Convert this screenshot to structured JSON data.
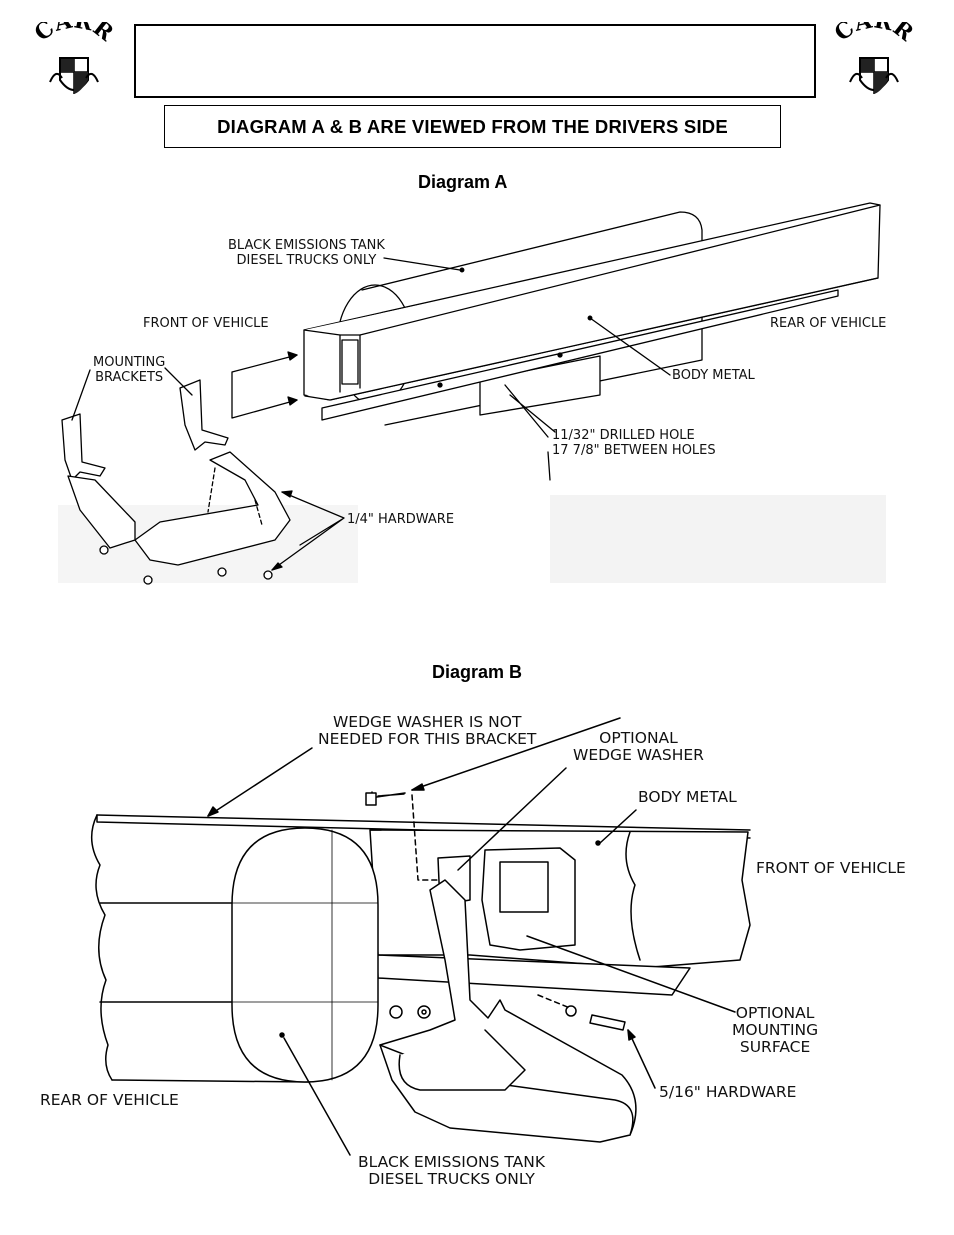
{
  "header": {
    "logo_text": "CARR",
    "notice": "DIAGRAM A & B ARE VIEWED FROM THE DRIVERS SIDE"
  },
  "diagram_a": {
    "title": "Diagram A",
    "labels": {
      "tank_line1": "BLACK EMISSIONS TANK",
      "tank_line2": "DIESEL TRUCKS ONLY",
      "front": "FRONT OF VEHICLE",
      "rear": "REAR OF VEHICLE",
      "brackets_line1": "MOUNTING",
      "brackets_line2": "BRACKETS",
      "body_metal": "BODY METAL",
      "hole_line1": "11/32\" DRILLED HOLE",
      "hole_line2": "17 7/8\" BETWEEN HOLES",
      "hardware": "1/4\" HARDWARE"
    }
  },
  "diagram_b": {
    "title": "Diagram B",
    "labels": {
      "wedge_not_line1": "WEDGE WASHER IS NOT",
      "wedge_not_line2": "NEEDED FOR THIS BRACKET",
      "optional_wedge_line1": "OPTIONAL",
      "optional_wedge_line2": "WEDGE WASHER",
      "body_metal": "BODY METAL",
      "front": "FRONT OF VEHICLE",
      "optional_mount_line1": "OPTIONAL",
      "optional_mount_line2": "MOUNTING",
      "optional_mount_line3": "SURFACE",
      "hardware": "5/16\" HARDWARE",
      "rear": "REAR OF VEHICLE",
      "tank_line1": "BLACK EMISSIONS TANK",
      "tank_line2": "DIESEL TRUCKS ONLY"
    }
  }
}
